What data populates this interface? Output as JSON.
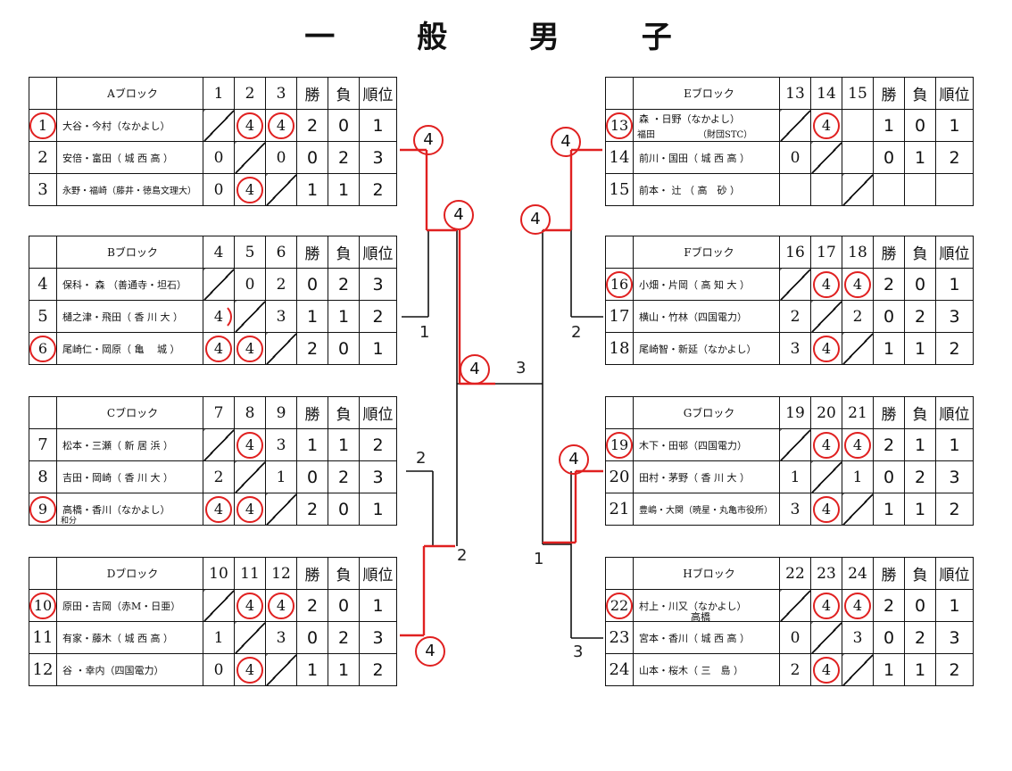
{
  "title": "一 般 男 子",
  "headers": {
    "win": "勝",
    "loss": "負",
    "rank": "順位"
  },
  "blocks": {
    "A": {
      "name": "Aブロック",
      "cols": [
        "1",
        "2",
        "3"
      ],
      "rows": [
        {
          "num": "1",
          "name": "大谷・今村（なかよし）",
          "cells": [
            "",
            "4",
            "4"
          ],
          "win": "2",
          "loss": "0",
          "rank": "1"
        },
        {
          "num": "2",
          "name": "安倍・富田（ 城 西 高 ）",
          "cells": [
            "0",
            "",
            "0"
          ],
          "win": "0",
          "loss": "2",
          "rank": "3"
        },
        {
          "num": "3",
          "name": "永野・福崎（藤井・徳島文理大）",
          "cells": [
            "0",
            "4",
            ""
          ],
          "win": "1",
          "loss": "1",
          "rank": "2"
        }
      ]
    },
    "B": {
      "name": "Bブロック",
      "cols": [
        "4",
        "5",
        "6"
      ],
      "rows": [
        {
          "num": "4",
          "name": "保科・ 森 （善通寺・坦石）",
          "cells": [
            "",
            "0",
            "2"
          ],
          "win": "0",
          "loss": "2",
          "rank": "3"
        },
        {
          "num": "5",
          "name": "樋之津・飛田（ 香 川 大 ）",
          "cells": [
            "4",
            "",
            "3"
          ],
          "win": "1",
          "loss": "1",
          "rank": "2"
        },
        {
          "num": "6",
          "name": "尾崎仁・岡原（ 亀　 城 ）",
          "cells": [
            "4",
            "4",
            ""
          ],
          "win": "2",
          "loss": "0",
          "rank": "1"
        }
      ]
    },
    "C": {
      "name": "Cブロック",
      "cols": [
        "7",
        "8",
        "9"
      ],
      "rows": [
        {
          "num": "7",
          "name": "松本・三瀬（ 新 居 浜 ）",
          "cells": [
            "",
            "4",
            "3"
          ],
          "win": "1",
          "loss": "1",
          "rank": "2"
        },
        {
          "num": "8",
          "name": "吉田・岡崎（ 香 川 大 ）",
          "cells": [
            "2",
            "",
            "1"
          ],
          "win": "0",
          "loss": "2",
          "rank": "3"
        },
        {
          "num": "9",
          "name": "高橋・香川（なかよし）",
          "cells": [
            "4",
            "4",
            ""
          ],
          "win": "2",
          "loss": "0",
          "rank": "1"
        }
      ]
    },
    "D": {
      "name": "Dブロック",
      "cols": [
        "10",
        "11",
        "12"
      ],
      "rows": [
        {
          "num": "10",
          "name": "原田・吉岡（赤M・日亜）",
          "cells": [
            "",
            "4",
            "4"
          ],
          "win": "2",
          "loss": "0",
          "rank": "1"
        },
        {
          "num": "11",
          "name": "有家・藤木（ 城 西 高 ）",
          "cells": [
            "1",
            "",
            "3"
          ],
          "win": "0",
          "loss": "2",
          "rank": "3"
        },
        {
          "num": "12",
          "name": " 谷 ・幸内（四国電力）",
          "cells": [
            "0",
            "4",
            ""
          ],
          "win": "1",
          "loss": "1",
          "rank": "2"
        }
      ]
    },
    "E": {
      "name": "Eブロック",
      "cols": [
        "13",
        "14",
        "15"
      ],
      "rows": [
        {
          "num": "13",
          "name": "森 ・日野（なかよし）",
          "cells": [
            "",
            "4",
            ""
          ],
          "win": "1",
          "loss": "0",
          "rank": "1"
        },
        {
          "num": "14",
          "name": "前川・国田（ 城 西 高 ）",
          "cells": [
            "0",
            "",
            ""
          ],
          "win": "0",
          "loss": "1",
          "rank": "2"
        },
        {
          "num": "15",
          "name": "前本・ 辻 （ 高　砂 ）",
          "cells": [
            "",
            "",
            ""
          ],
          "win": "",
          "loss": "",
          "rank": ""
        }
      ]
    },
    "F": {
      "name": "Fブロック",
      "cols": [
        "16",
        "17",
        "18"
      ],
      "rows": [
        {
          "num": "16",
          "name": "小畑・片岡（ 高 知 大 ）",
          "cells": [
            "",
            "4",
            "4"
          ],
          "win": "2",
          "loss": "0",
          "rank": "1"
        },
        {
          "num": "17",
          "name": "横山・竹林（四国電力）",
          "cells": [
            "2",
            "",
            "2"
          ],
          "win": "0",
          "loss": "2",
          "rank": "3"
        },
        {
          "num": "18",
          "name": "尾崎智・新延（なかよし）",
          "cells": [
            "3",
            "4",
            ""
          ],
          "win": "1",
          "loss": "1",
          "rank": "2"
        }
      ]
    },
    "G": {
      "name": "Gブロック",
      "cols": [
        "19",
        "20",
        "21"
      ],
      "rows": [
        {
          "num": "19",
          "name": "木下・田邨（四国電力）",
          "cells": [
            "",
            "4",
            "4"
          ],
          "win": "2",
          "loss": "1",
          "rank": "1"
        },
        {
          "num": "20",
          "name": "田村・茅野（ 香 川 大 ）",
          "cells": [
            "1",
            "",
            "1"
          ],
          "win": "0",
          "loss": "2",
          "rank": "3"
        },
        {
          "num": "21",
          "name": "豊嶋・大関（暁星・丸亀市役所）",
          "cells": [
            "3",
            "4",
            ""
          ],
          "win": "1",
          "loss": "1",
          "rank": "2"
        }
      ]
    },
    "H": {
      "name": "Hブロック",
      "cols": [
        "22",
        "23",
        "24"
      ],
      "rows": [
        {
          "num": "22",
          "name": "村上・川又（なかよし）",
          "cells": [
            "",
            "4",
            "4"
          ],
          "win": "2",
          "loss": "0",
          "rank": "1"
        },
        {
          "num": "23",
          "name": "宮本・香川（ 城 西 高 ）",
          "cells": [
            "0",
            "",
            "3"
          ],
          "win": "0",
          "loss": "2",
          "rank": "3"
        },
        {
          "num": "24",
          "name": "山本・桜木（ 三　島 ）",
          "cells": [
            "2",
            "4",
            ""
          ],
          "win": "1",
          "loss": "1",
          "rank": "2"
        }
      ]
    }
  },
  "annotations": {
    "e13_sub": "福田",
    "e13_team": "（財団STC）",
    "c9_sub": "和分",
    "h22_sub": "高橋"
  },
  "bracket": {
    "a": "4",
    "b": "1",
    "ab": "4",
    "c": "2",
    "d": "4",
    "cd": "2",
    "left_final": "4",
    "center": "3",
    "e": "4",
    "f": "2",
    "ef": "4",
    "g": "4",
    "h": "3",
    "gh": "1"
  }
}
